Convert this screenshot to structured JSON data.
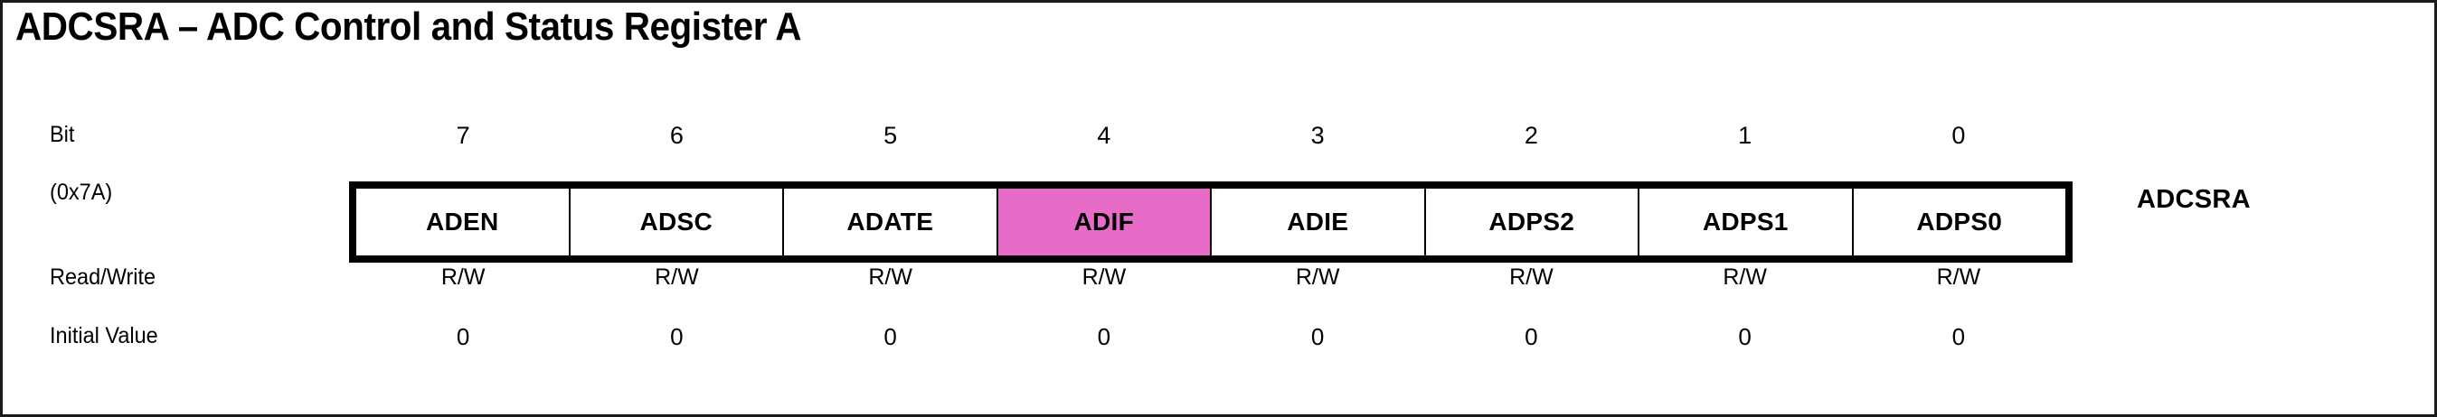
{
  "title": "ADCSRA – ADC Control and Status Register A",
  "register_name": "ADCSRA",
  "row_labels": {
    "bit": "Bit",
    "address": "(0x7A)",
    "read_write": "Read/Write",
    "initial_value": "Initial Value"
  },
  "colors": {
    "highlight": "#e66cc8",
    "border": "#000000",
    "text": "#000000",
    "background": "#ffffff"
  },
  "bits": [
    {
      "number": "7",
      "name": "ADEN",
      "read_write": "R/W",
      "initial_value": "0",
      "highlighted": false
    },
    {
      "number": "6",
      "name": "ADSC",
      "read_write": "R/W",
      "initial_value": "0",
      "highlighted": false
    },
    {
      "number": "5",
      "name": "ADATE",
      "read_write": "R/W",
      "initial_value": "0",
      "highlighted": false
    },
    {
      "number": "4",
      "name": "ADIF",
      "read_write": "R/W",
      "initial_value": "0",
      "highlighted": true
    },
    {
      "number": "3",
      "name": "ADIE",
      "read_write": "R/W",
      "initial_value": "0",
      "highlighted": false
    },
    {
      "number": "2",
      "name": "ADPS2",
      "read_write": "R/W",
      "initial_value": "0",
      "highlighted": false
    },
    {
      "number": "1",
      "name": "ADPS1",
      "read_write": "R/W",
      "initial_value": "0",
      "highlighted": false
    },
    {
      "number": "0",
      "name": "ADPS0",
      "read_write": "R/W",
      "initial_value": "0",
      "highlighted": false
    }
  ]
}
